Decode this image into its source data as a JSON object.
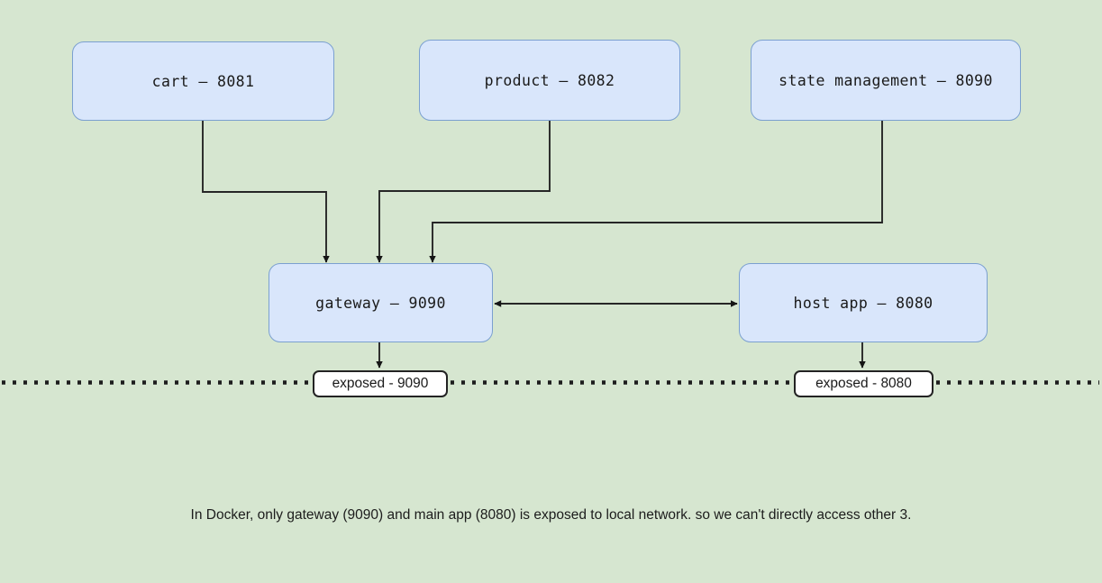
{
  "diagram": {
    "background_color": "#d6e6d0",
    "node_fill": "#d9e6fb",
    "node_border": "#7ba0d0",
    "wire_color": "#262626",
    "services": [
      {
        "id": "cart",
        "label": "cart – 8081"
      },
      {
        "id": "product",
        "label": "product – 8082"
      },
      {
        "id": "state-management",
        "label": "state management – 8090"
      },
      {
        "id": "gateway",
        "label": "gateway – 9090"
      },
      {
        "id": "host-app",
        "label": "host app – 8080"
      }
    ],
    "exposed_ports": [
      {
        "id": "exposed-9090",
        "label": "exposed - 9090"
      },
      {
        "id": "exposed-8080",
        "label": "exposed - 8080"
      }
    ],
    "boundary": {
      "name": "docker-network-boundary",
      "style": "dotted"
    },
    "caption": "In Docker, only gateway (9090) and main app (8080) is exposed to local network. so we can't directly access other 3."
  }
}
